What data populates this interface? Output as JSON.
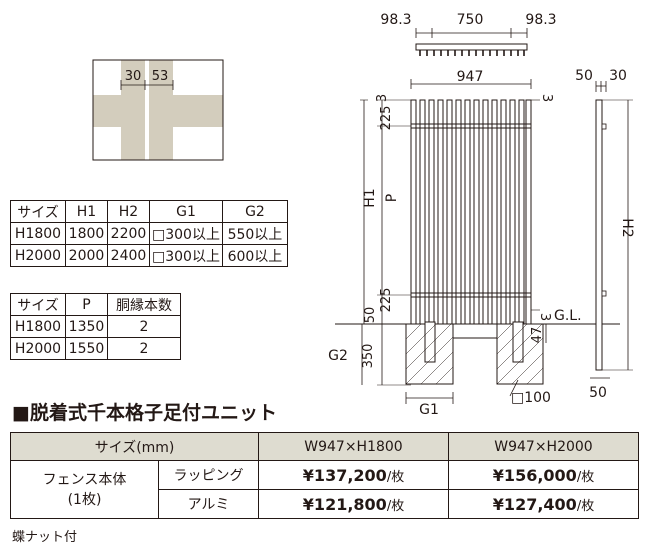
{
  "pattern_diagram": {
    "label_a": "30",
    "label_b": "53"
  },
  "drawing_labels": {
    "top_left": "98.3",
    "top_mid": "750",
    "top_right": "98.3",
    "width": "947",
    "side_a": "50",
    "side_b": "30",
    "top_gap_l": "3",
    "top_gap_r": "3",
    "dim_225_top": "225",
    "dim_225_bot": "225",
    "h1": "H1",
    "p": "P",
    "h2": "H2",
    "dim_50_left": "50",
    "dim_3_right": "3",
    "gl": "G.L.",
    "dim_47": "47",
    "g2": "G2",
    "dim_350": "350",
    "g1": "G1",
    "post": "□100",
    "dim_50_bottom": "50"
  },
  "size_table": {
    "headers": [
      "サイズ",
      "H1",
      "H2",
      "G1",
      "G2"
    ],
    "rows": [
      [
        "H1800",
        "1800",
        "2200",
        "□300以上",
        "550以上"
      ],
      [
        "H2000",
        "2000",
        "2400",
        "□300以上",
        "600以上"
      ]
    ]
  },
  "rows_table": {
    "headers": [
      "サイズ",
      "P",
      "胴縁本数"
    ],
    "rows": [
      [
        "H1800",
        "1350",
        "2"
      ],
      [
        "H2000",
        "1550",
        "2"
      ]
    ]
  },
  "section_title": "■脱着式千本格子足付ユニット",
  "price_table": {
    "header_size": "サイズ(mm)",
    "col1": "W947×H1800",
    "col2": "W947×H2000",
    "item_line1": "フェンス本体",
    "item_line2": "(1枚)",
    "variants": [
      {
        "name": "ラッピング",
        "price1": "¥137,200",
        "price2": "¥156,000"
      },
      {
        "name": "アルミ",
        "price1": "¥121,800",
        "price2": "¥127,400"
      }
    ],
    "unit": "/枚"
  },
  "footnote": "蝶ナット付"
}
